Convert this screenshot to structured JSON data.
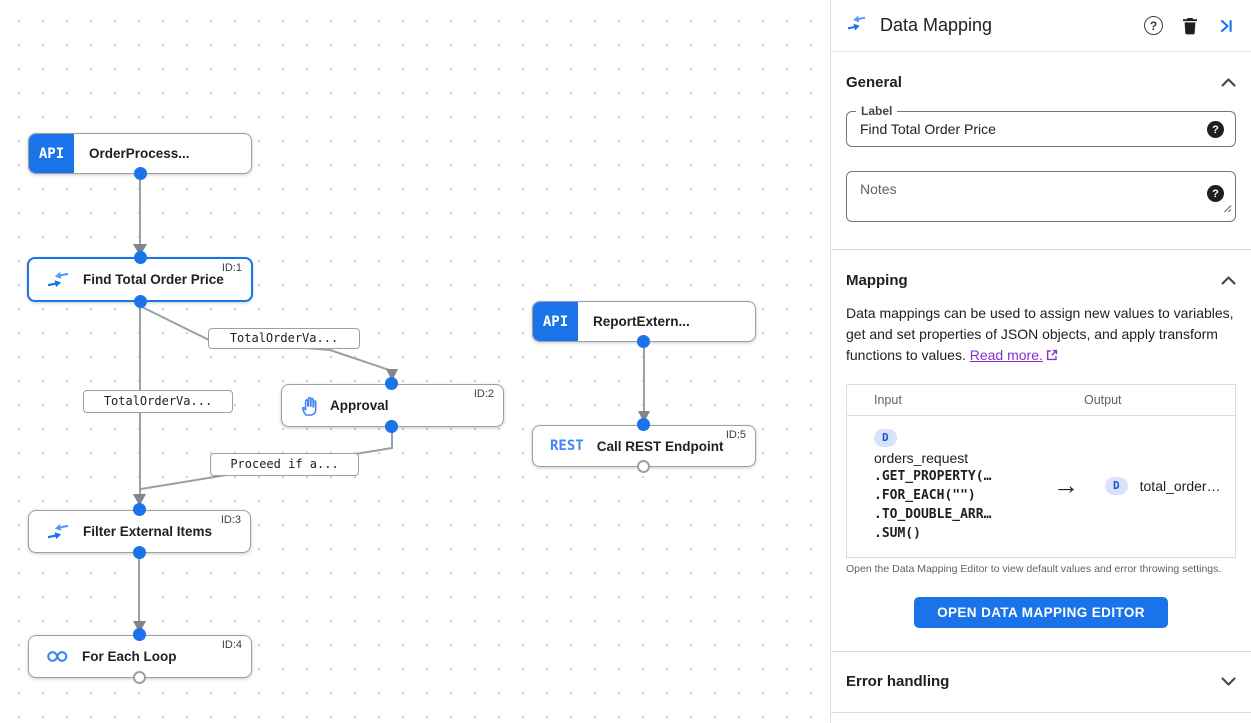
{
  "colors": {
    "accent_blue": "#1a73e8",
    "node_icon_blue": "#4285f4",
    "edge_grey": "#9aa0a6",
    "arrowhead_grey": "#80868b",
    "link_purple": "#8430ce",
    "chip_bg": "#d8e2fb",
    "chip_text": "#1a56c9"
  },
  "glyphs": {
    "question": "?",
    "arrow_right": "→"
  },
  "canvas": {
    "api_icon_text": "API",
    "rest_icon_text": "REST",
    "nodes": [
      {
        "label": "OrderProcess...",
        "icon": "api-trigger",
        "badge": ""
      },
      {
        "label": "Find Total Order Price",
        "icon": "data-mapping",
        "badge": "ID:1"
      },
      {
        "label": "Approval",
        "icon": "hand",
        "badge": "ID:2"
      },
      {
        "label": "ReportExtern...",
        "icon": "api-trigger",
        "badge": ""
      },
      {
        "label": "Call REST Endpoint",
        "icon": "rest",
        "badge": "ID:5"
      },
      {
        "label": "Filter External Items",
        "icon": "data-mapping",
        "badge": "ID:3"
      },
      {
        "label": "For Each Loop",
        "icon": "loop",
        "badge": "ID:4"
      }
    ],
    "edge_labels": [
      "TotalOrderVa...",
      "TotalOrderVa...",
      "Proceed if a..."
    ]
  },
  "panel": {
    "title": "Data Mapping",
    "general": {
      "title": "General",
      "label_field": {
        "label": "Label",
        "value": "Find Total Order Price"
      },
      "notes_placeholder": "Notes"
    },
    "mapping": {
      "title": "Mapping",
      "description": "Data mappings can be used to assign new values to variables, get and set properties of JSON objects, and apply transform functions to values.",
      "read_more_label": "Read more.",
      "table": {
        "headers": {
          "input": "Input",
          "output": "Output"
        },
        "input": {
          "chip": "D",
          "variable": "orders_request",
          "functions": [
            ".GET_PROPERTY(…",
            ".FOR_EACH(\"\")",
            ".TO_DOUBLE_ARR…",
            ".SUM()"
          ]
        },
        "output": {
          "chip": "D",
          "value": "total_order…"
        }
      },
      "footnote": "Open the Data Mapping Editor to view default values and error throwing settings.",
      "open_editor_button": "OPEN DATA MAPPING EDITOR"
    },
    "error_handling": {
      "title": "Error handling"
    }
  }
}
